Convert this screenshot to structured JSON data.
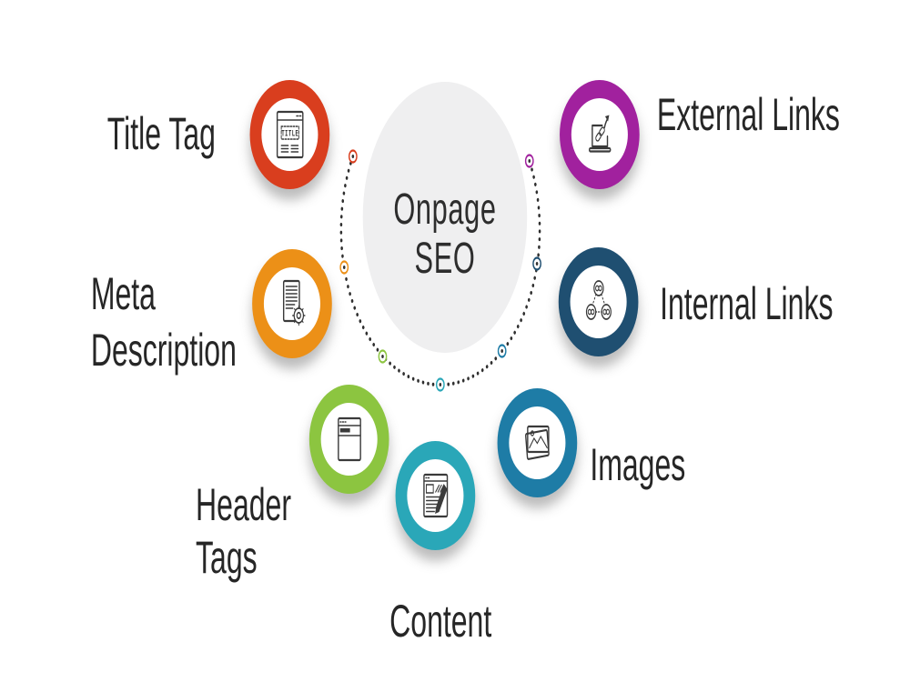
{
  "background": "#ffffff",
  "center": {
    "label_line1": "Onpage",
    "label_line2": "SEO",
    "circle_color": "#efeff0",
    "text_color": "#2d2d2d"
  },
  "dotted_ring": {
    "dot_color": "#2f2f2f",
    "nodes": [
      {
        "name": "node-title-tag",
        "color": "#d93e1e"
      },
      {
        "name": "node-meta-description",
        "color": "#ec9017"
      },
      {
        "name": "node-header-tags",
        "color": "#8cc540"
      },
      {
        "name": "node-content",
        "color": "#2aa7b8"
      },
      {
        "name": "node-images",
        "color": "#1e7ca6"
      },
      {
        "name": "node-internal-links",
        "color": "#1f4f71"
      },
      {
        "name": "node-external-links",
        "color": "#a1219e"
      }
    ]
  },
  "items": [
    {
      "id": "title-tag",
      "label1": "Title Tag",
      "label2": "",
      "color": "#d93e1e",
      "icon": "title-tag-icon"
    },
    {
      "id": "meta-description",
      "label1": "Meta",
      "label2": "Description",
      "color": "#ec9017",
      "icon": "meta-description-icon"
    },
    {
      "id": "header-tags",
      "label1": "Header",
      "label2": "Tags",
      "color": "#8cc540",
      "icon": "header-tags-icon"
    },
    {
      "id": "content",
      "label1": "Content",
      "label2": "",
      "color": "#2aa7b8",
      "icon": "content-icon"
    },
    {
      "id": "images",
      "label1": "Images",
      "label2": "",
      "color": "#1e7ca6",
      "icon": "images-icon"
    },
    {
      "id": "internal-links",
      "label1": "Internal Links",
      "label2": "",
      "color": "#1f4f71",
      "icon": "internal-links-icon"
    },
    {
      "id": "external-links",
      "label1": "External Links",
      "label2": "",
      "color": "#a1219e",
      "icon": "external-links-icon"
    }
  ],
  "icon_text": {
    "title_box": "TITLE"
  }
}
